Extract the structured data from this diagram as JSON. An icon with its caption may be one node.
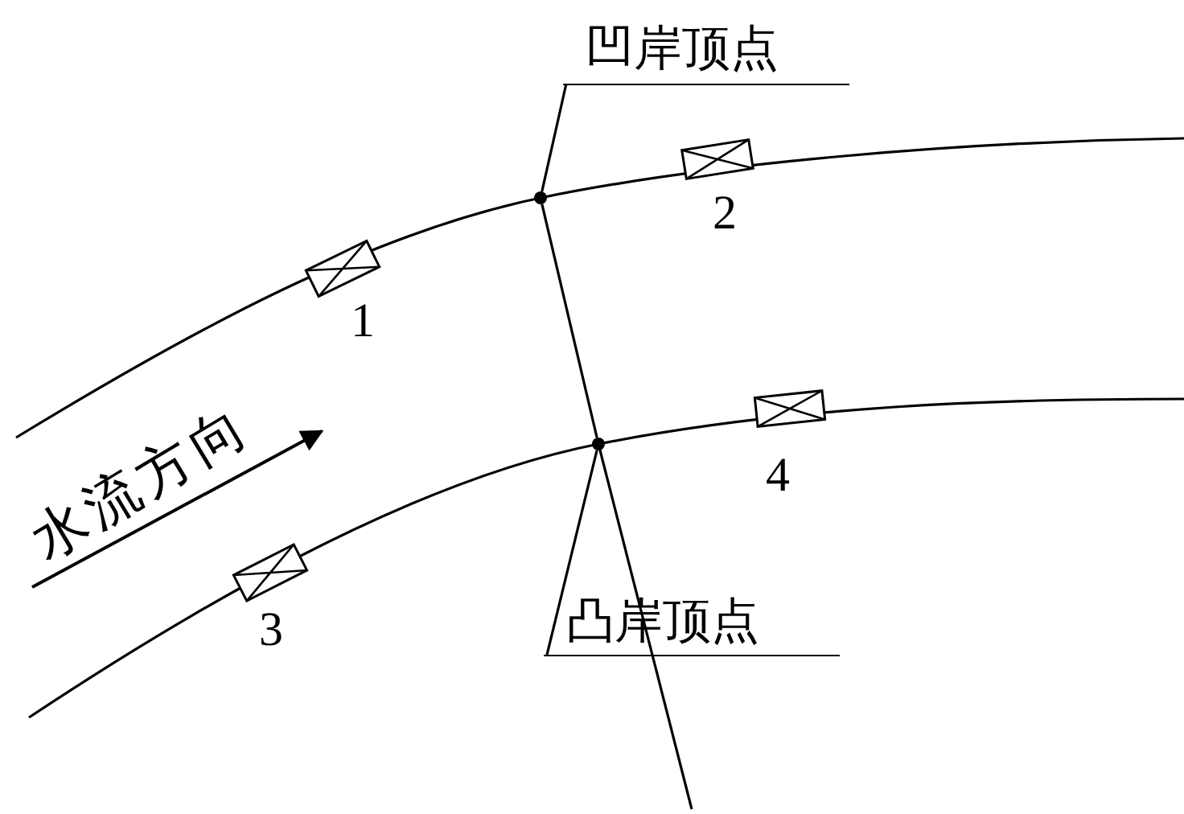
{
  "diagram": {
    "nodes": [
      {
        "text": [
          "凹岸顶点"
        ]
      },
      {
        "text": [],
        "shape": "circle"
      },
      {
        "text": [
          "凸岸顶点"
        ]
      },
      {
        "text": [],
        "shape": "circle"
      }
    ],
    "edges": [
      {
        "from": 0,
        "to": 1,
        "arrow": "none"
      },
      {
        "from": 2,
        "to": 3,
        "arrow": "none"
      },
      {
        "from": 1,
        "to": 3,
        "arrow": "none"
      }
    ],
    "labels": [
      "2",
      "1",
      "4",
      "水流方向",
      "3"
    ]
  }
}
